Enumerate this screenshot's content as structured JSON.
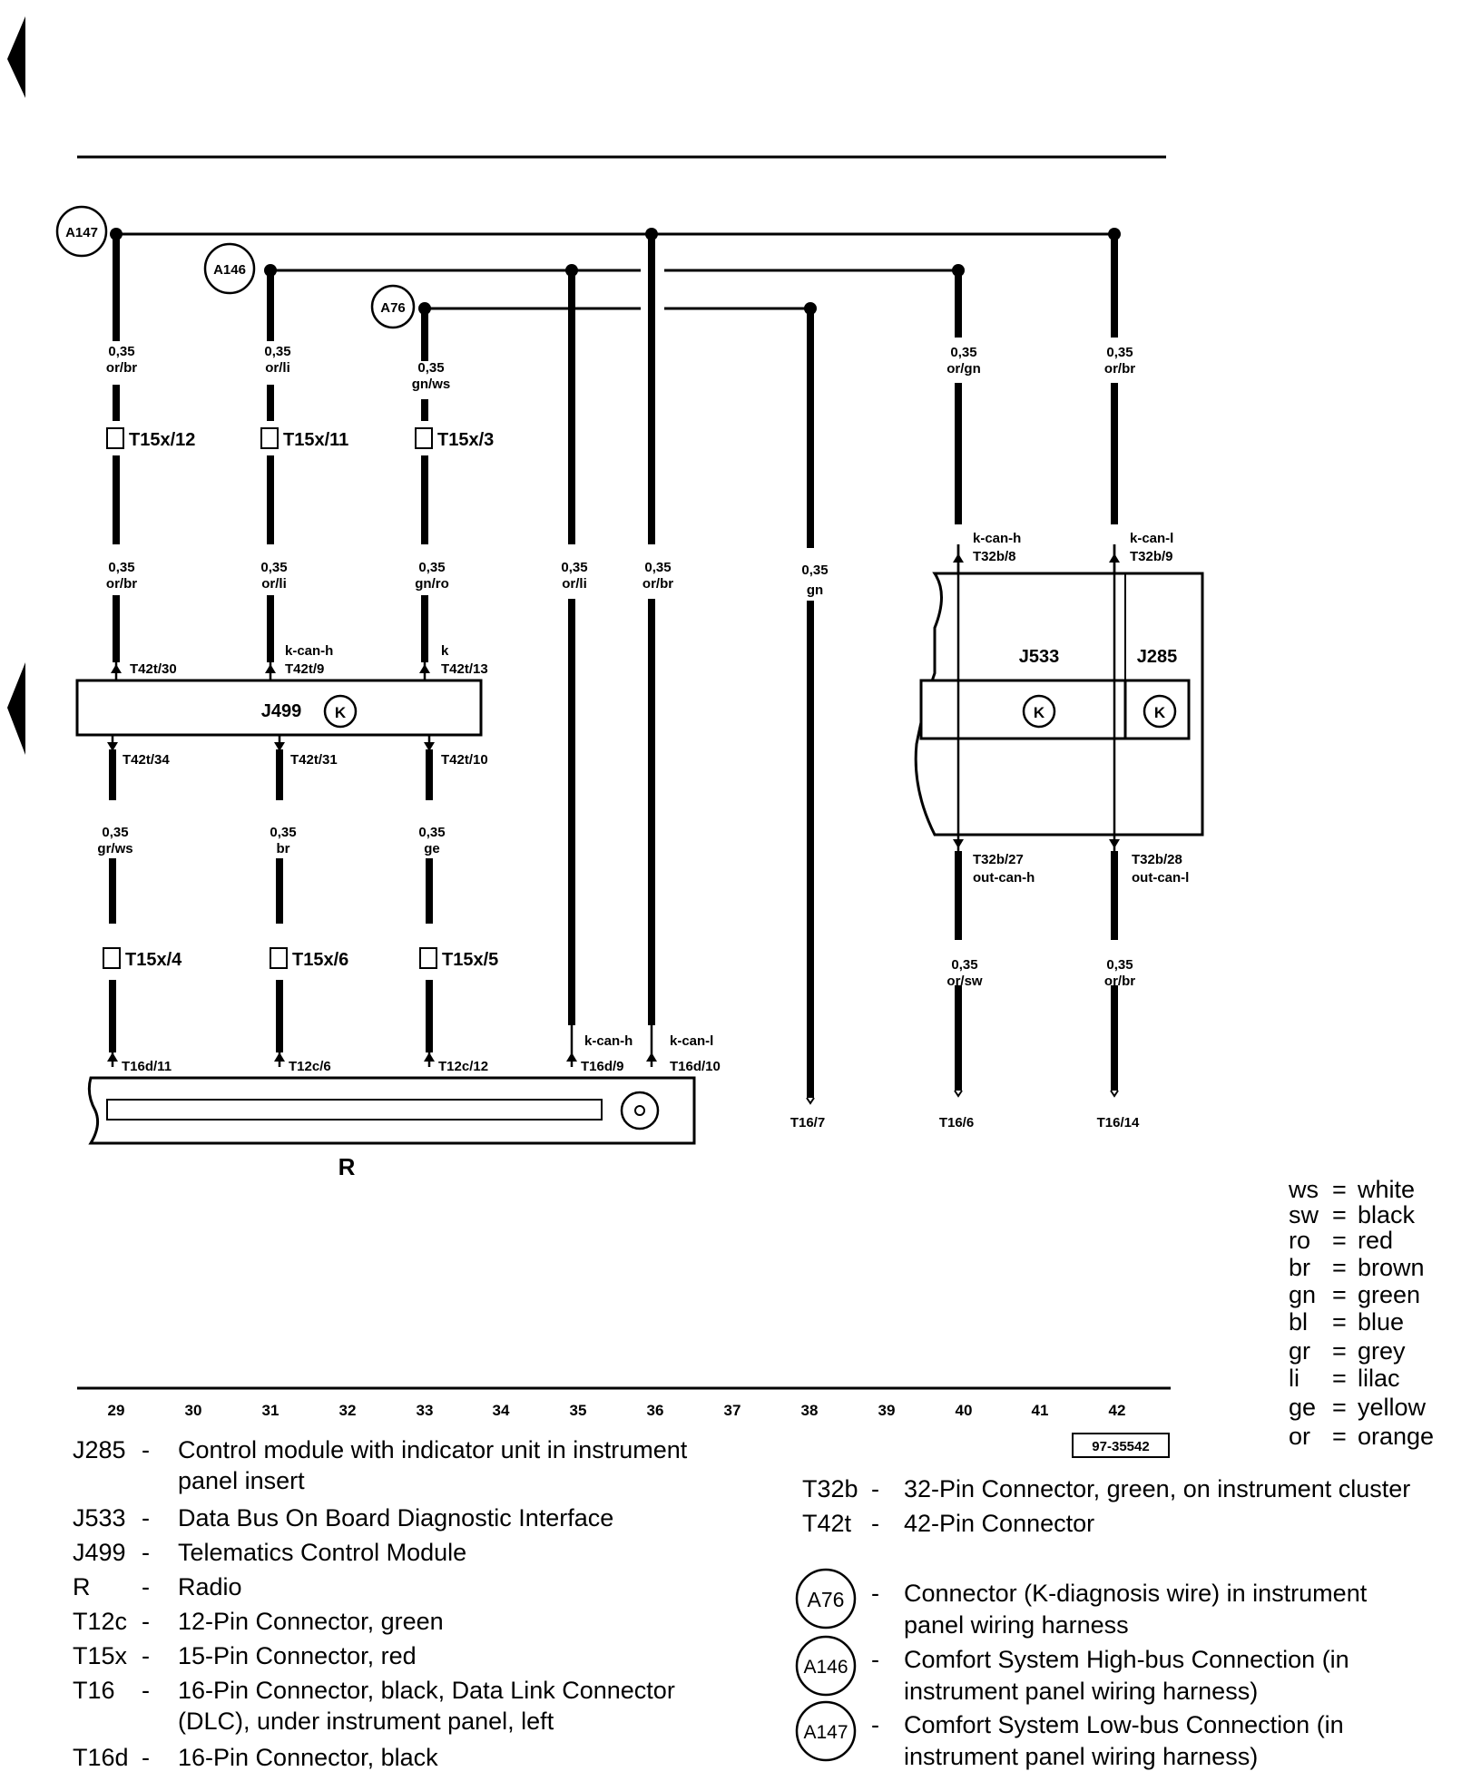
{
  "nodes": {
    "a147": "A147",
    "a146": "A146",
    "a76": "A76"
  },
  "wires": {
    "w29_top": {
      "gauge": "0,35",
      "color": "or/br"
    },
    "w31_top": {
      "gauge": "0,35",
      "color": "or/li"
    },
    "w33_top": {
      "gauge": "0,35",
      "color": "gn/ws"
    },
    "w40_top": {
      "gauge": "0,35",
      "color": "or/gn"
    },
    "w42_top": {
      "gauge": "0,35",
      "color": "or/br"
    },
    "w29_mid": {
      "gauge": "0,35",
      "color": "or/br"
    },
    "w31_mid": {
      "gauge": "0,35",
      "color": "or/li"
    },
    "w33_mid": {
      "gauge": "0,35",
      "color": "gn/ro"
    },
    "w35": {
      "gauge": "0,35",
      "color": "or/li"
    },
    "w36": {
      "gauge": "0,35",
      "color": "or/br"
    },
    "w38": {
      "gauge": "0,35",
      "color": "gn"
    },
    "w29_bot": {
      "gauge": "0,35",
      "color": "gr/ws"
    },
    "w31_bot": {
      "gauge": "0,35",
      "color": "br"
    },
    "w33_bot": {
      "gauge": "0,35",
      "color": "ge"
    },
    "w40_bot": {
      "gauge": "0,35",
      "color": "or/sw"
    },
    "w42_bot": {
      "gauge": "0,35",
      "color": "or/br"
    }
  },
  "connectors": {
    "t15x12": "T15x/12",
    "t15x11": "T15x/11",
    "t15x3": "T15x/3",
    "t15x4": "T15x/4",
    "t15x6": "T15x/6",
    "t15x5": "T15x/5",
    "t42t30": "T42t/30",
    "t42t9": "T42t/9",
    "t42t13": "T42t/13",
    "t42t34": "T42t/34",
    "t42t31": "T42t/31",
    "t42t10": "T42t/10",
    "t32b8": "T32b/8",
    "t32b9": "T32b/9",
    "t32b27": "T32b/27",
    "t32b28": "T32b/28",
    "t16d11": "T16d/11",
    "t12c6": "T12c/6",
    "t12c12": "T12c/12",
    "t16d9": "T16d/9",
    "t16d10": "T16d/10",
    "t16_7": "T16/7",
    "t16_6": "T16/6",
    "t16_14": "T16/14"
  },
  "signals": {
    "kcanh_t42": "k-can-h",
    "k_t42": "k",
    "kcanh_t32": "k-can-h",
    "kcanl_t32": "k-can-l",
    "outcanh": "out-can-h",
    "outcanl": "out-can-l",
    "kcanh_r": "k-can-h",
    "kcanl_r": "k-can-l"
  },
  "components": {
    "j499": "J499",
    "j533": "J533",
    "j285": "J285",
    "radio": "R",
    "k": "K"
  },
  "color_key": [
    {
      "code": "ws",
      "sep": "=",
      "name": "white"
    },
    {
      "code": "sw",
      "sep": "=",
      "name": "black"
    },
    {
      "code": "ro",
      "sep": "=",
      "name": "red"
    },
    {
      "code": "br",
      "sep": "=",
      "name": "brown"
    },
    {
      "code": "gn",
      "sep": "=",
      "name": "green"
    },
    {
      "code": "bl",
      "sep": "=",
      "name": "blue"
    },
    {
      "code": "gr",
      "sep": "=",
      "name": "grey"
    },
    {
      "code": "li",
      "sep": "=",
      "name": "lilac"
    },
    {
      "code": "ge",
      "sep": "=",
      "name": "yellow"
    },
    {
      "code": "or",
      "sep": "=",
      "name": "orange"
    }
  ],
  "ruler": [
    "29",
    "30",
    "31",
    "32",
    "33",
    "34",
    "35",
    "36",
    "37",
    "38",
    "39",
    "40",
    "41",
    "42"
  ],
  "figure_id": "97-35542",
  "legend_left": [
    {
      "code": "J285",
      "dash": "-",
      "lines": [
        "Control module with indicator unit in instrument",
        "panel insert"
      ]
    },
    {
      "code": "J533",
      "dash": "-",
      "lines": [
        "Data Bus On Board Diagnostic Interface"
      ]
    },
    {
      "code": "J499",
      "dash": "-",
      "lines": [
        "Telematics Control Module"
      ]
    },
    {
      "code": "R",
      "dash": "-",
      "lines": [
        "Radio"
      ]
    },
    {
      "code": "T12c",
      "dash": "-",
      "lines": [
        "12-Pin Connector, green"
      ]
    },
    {
      "code": "T15x",
      "dash": "-",
      "lines": [
        "15-Pin Connector, red"
      ]
    },
    {
      "code": "T16",
      "dash": "-",
      "lines": [
        "16-Pin Connector, black, Data Link Connector",
        "(DLC), under instrument panel, left"
      ]
    },
    {
      "code": "T16d",
      "dash": "-",
      "lines": [
        "16-Pin Connector, black"
      ]
    }
  ],
  "legend_right": [
    {
      "code": "T32b",
      "dash": "-",
      "lines": [
        "32-Pin Connector, green, on instrument cluster"
      ]
    },
    {
      "code": "T42t",
      "dash": "-",
      "lines": [
        "42-Pin Connector"
      ]
    }
  ],
  "legend_nodes": [
    {
      "code": "A76",
      "dash": "-",
      "lines": [
        "Connector (K-diagnosis wire) in instrument",
        "panel wiring harness"
      ]
    },
    {
      "code": "A146",
      "dash": "-",
      "lines": [
        "Comfort System High-bus Connection (in",
        "instrument panel wiring harness)"
      ]
    },
    {
      "code": "A147",
      "dash": "-",
      "lines": [
        "Comfort System Low-bus Connection (in",
        "instrument panel wiring harness)"
      ]
    }
  ]
}
